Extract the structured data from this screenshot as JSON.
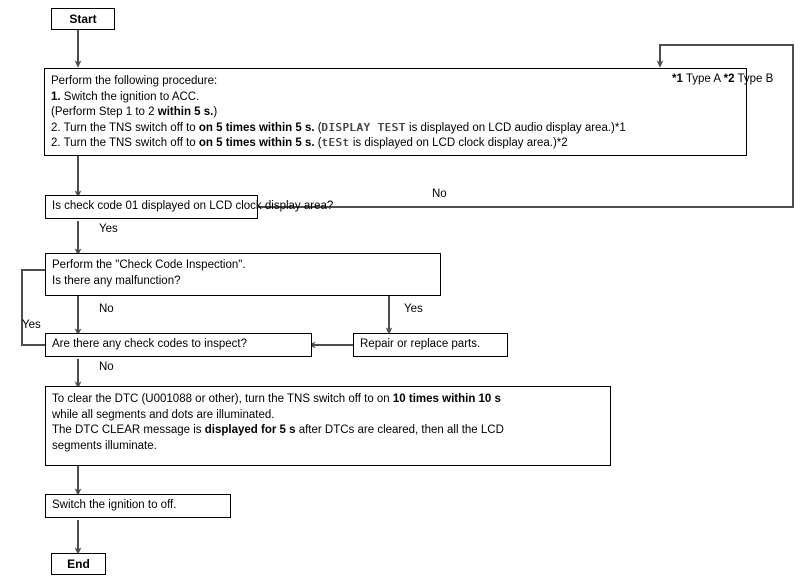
{
  "diagram": {
    "title": "TNS check code / DTC clear flowchart",
    "line_color": "#4d4d4d",
    "box_border_color": "#000000",
    "background": "#ffffff"
  },
  "nodes": {
    "start": {
      "label": "Start"
    },
    "procedure": {
      "line1": "Perform the following procedure:",
      "line2_num": "1.",
      "line2_rest": " Switch the ignition to ACC.",
      "line3": "(Perform Step 1 to 2 ",
      "line3_bold": "within 5 s.",
      "line3_end": ")",
      "line4_a": "2. Turn the TNS switch off to ",
      "line4_bold": "on 5 times within 5 s.",
      "line4_b": " (",
      "line4_lcd": "DISPLAY TEST",
      "line4_c": " is displayed on LCD audio display area.)*1",
      "line5_a": "2. Turn the TNS switch off to ",
      "line5_bold": "on 5 times within 5 s.",
      "line5_b": " (",
      "line5_lcd": "tESt",
      "line5_c": " is displayed on LCD clock display area.)*2"
    },
    "typenote": {
      "line1_mark": "*1",
      "line1_text": " Type A",
      "line2_mark": "*2",
      "line2_text": " Type B"
    },
    "check_code_q": {
      "label": "Is check code 01 displayed on LCD clock display area?"
    },
    "inspection": {
      "line1": "Perform the \"Check Code Inspection\".",
      "line2": "Is there any malfunction?"
    },
    "codes_q": {
      "label": "Are there any check codes to inspect?"
    },
    "repair": {
      "label": "Repair or replace parts."
    },
    "dtc_clear": {
      "line1_a": "To clear the DTC (U001088 or other), turn the TNS switch off to on ",
      "line1_bold": "10 times within 10 s",
      "line2": "while all segments and dots are illuminated.",
      "line3_a": "The DTC CLEAR message is ",
      "line3_bold": "displayed for 5 s",
      "line3_b": " after DTCs are cleared, then all the LCD",
      "line4": "segments illuminate."
    },
    "ignition_off": {
      "label": "Switch the ignition to off."
    },
    "end": {
      "label": "End"
    }
  },
  "branch_labels": {
    "check_code_no": "No",
    "check_code_yes": "Yes",
    "inspection_no": "No",
    "inspection_yes": "Yes",
    "codes_yes": "Yes",
    "codes_no": "No"
  }
}
